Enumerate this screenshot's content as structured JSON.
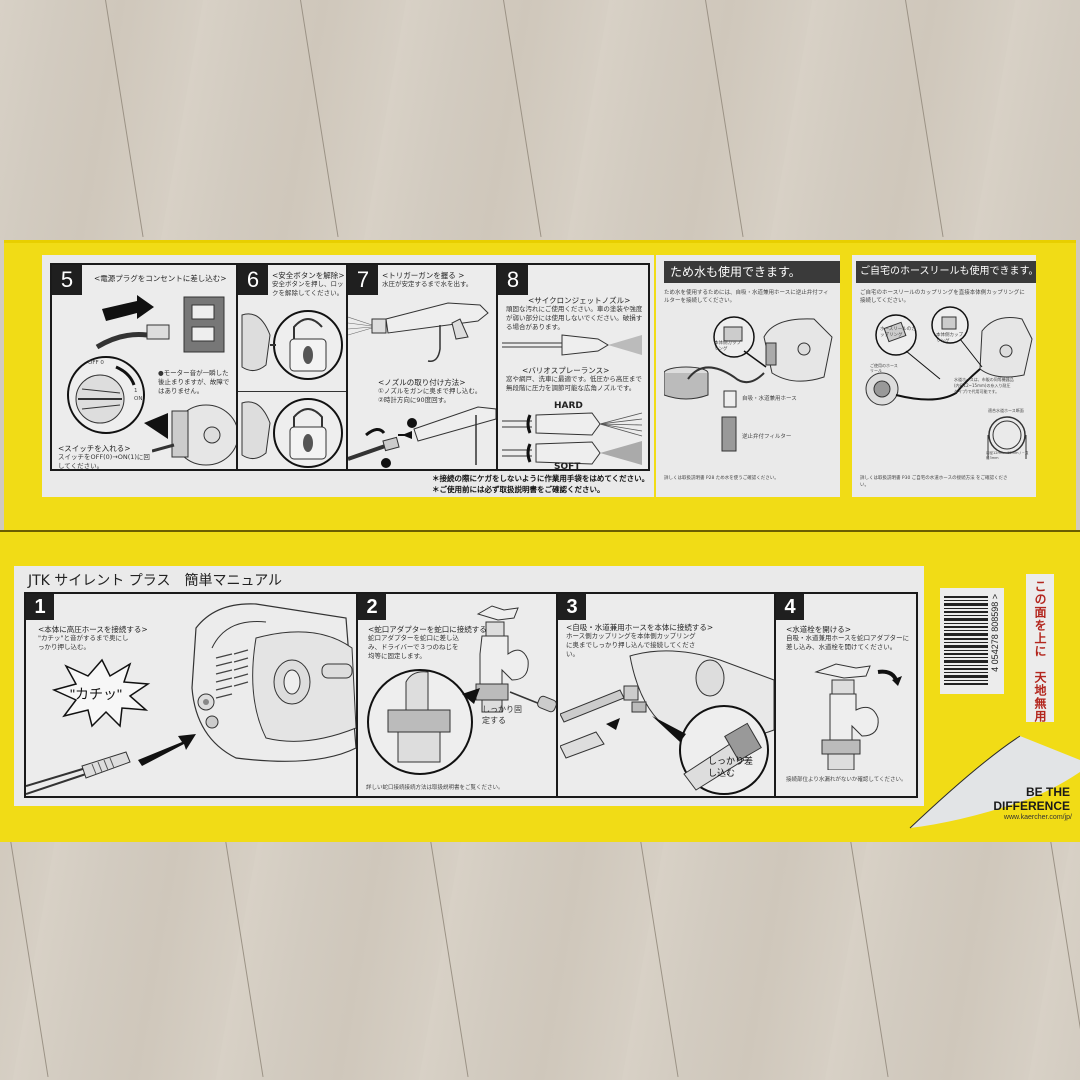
{
  "scene": {
    "description": "Top-down photo of a yellow pressure washer box lying on a light wood floor, showing printed quick-manual panels",
    "colors": {
      "box_yellow": "#f1dc16",
      "floor": "#d4cdc2",
      "panel_bg": "#ececec",
      "header_dark": "#3a3a3a",
      "accent_red": "#b3261e"
    }
  },
  "top_face": {
    "steps": [
      {
        "number": "5",
        "title": "<電源プラグをコンセントに差し込む>",
        "note": "●モーター音が一瞬した後止まりますが、故障ではありません。",
        "switch_title": "<スイッチを入れる>",
        "switch_desc": "スイッチをOFF(0)→ON(1)に回してください。",
        "dial_off": "OFF 0",
        "dial_on": "1 ON"
      },
      {
        "number": "6",
        "title": "<安全ボタンを解除>",
        "desc": "安全ボタンを押し、ロックを解除してください。"
      },
      {
        "number": "7",
        "title": "<トリガーガンを握る >",
        "desc": "水圧が安定するまで水を出す。",
        "nozzle_title": "<ノズルの取り付け方法>",
        "nozzle_step1": "①ノズルをガンに奥まで押し込む。",
        "nozzle_step2": "②時計方向に90度回す。",
        "marker1": "1",
        "marker2": "2"
      },
      {
        "number": "8",
        "title1": "<サイクロンジェットノズル>",
        "desc1": "頑固な汚れにご使用ください。車の塗装や強度が弱い部分には使用しないでください。破損する場合があります。",
        "title2": "<バリオスプレーランス>",
        "desc2": "窓や網戸、洗車に最適です。低圧から高圧まで無段階に圧力を調節可能な広角ノズルです。",
        "hard_label": "HARD",
        "soft_label": "SOFT"
      }
    ],
    "footnotes": [
      "＊接続の際にケガをしないように作業用手袋をはめてください。",
      "＊ご使用前には必ず取扱説明書をご確認ください。"
    ],
    "tank_panel": {
      "header": "ため水も使用できます。",
      "desc": "ため水を使用するためには、自吸・水道兼用ホースに逆止弁付フィルターを接続してください。",
      "label_coupling": "本体側カップリング",
      "label_hose": "自吸・水道兼用ホース",
      "label_filter": "逆止弁付フィルター",
      "footer": "詳しくは取扱説明書 P28 ため水を使うご確認ください。"
    },
    "reel_panel": {
      "header": "ご自宅のホースリールも使用できます。",
      "desc": "ご自宅のホースリールのカップリングを直接本体側カップリングに接続してください。",
      "label_reel_coupling": "ホースリールのカップリング",
      "label_body_coupling": "本体側カップリング",
      "label_reel": "ご使用のホースリール",
      "label_hose_note": "水道ホースは、市販の同等機器品(内径12~15mm)の糸入り耐圧タイプ)で代用可能です。",
      "label_cross_section": "適合水道ホース断面",
      "label_dim": "内径12mm~15mm / ~直径3mm",
      "footer": "詳しくは取扱説明書 P30 ご自宅の水道ホースの接続方法 をご確認ください。"
    }
  },
  "front_face": {
    "title": "JTK サイレント プラス　簡単マニュアル",
    "steps": [
      {
        "number": "1",
        "title": "<本体に高圧ホースを接続する>",
        "desc": "\"カチッ\"と音がするまで奥にしっかり押し込む。",
        "burst": "\"カチッ\""
      },
      {
        "number": "2",
        "title": "<蛇口アダプターを蛇口に接続する>",
        "desc": "蛇口アダプターを蛇口に差し込み、ドライバーで３つのねじを均等に固定します。",
        "callout": "しっかり固定する",
        "footer": "詳しい蛇口接続接続方法は取扱説明書をご覧ください。"
      },
      {
        "number": "3",
        "title": "<自吸・水道兼用ホースを本体に接続する>",
        "desc": "ホース側カップリングを本体側カップリングに奥までしっかり押し込んで接続してください。",
        "callout": "しっかり差し込む"
      },
      {
        "number": "4",
        "title": "<水道栓を開ける>",
        "desc": "自吸・水道兼用ホースを蛇口アダプターに差し込み、水道栓を開けてください。",
        "footer": "接続部位より水漏れがないか確認してください。"
      }
    ],
    "barcode": {
      "digits": "4 054278 808598 >"
    },
    "orientation_label": "この面を上に　天地無用",
    "brand": {
      "slogan_line1": "BE THE",
      "slogan_line2": "DIFFERENCE",
      "url": "www.kaercher.com/jp/"
    }
  }
}
